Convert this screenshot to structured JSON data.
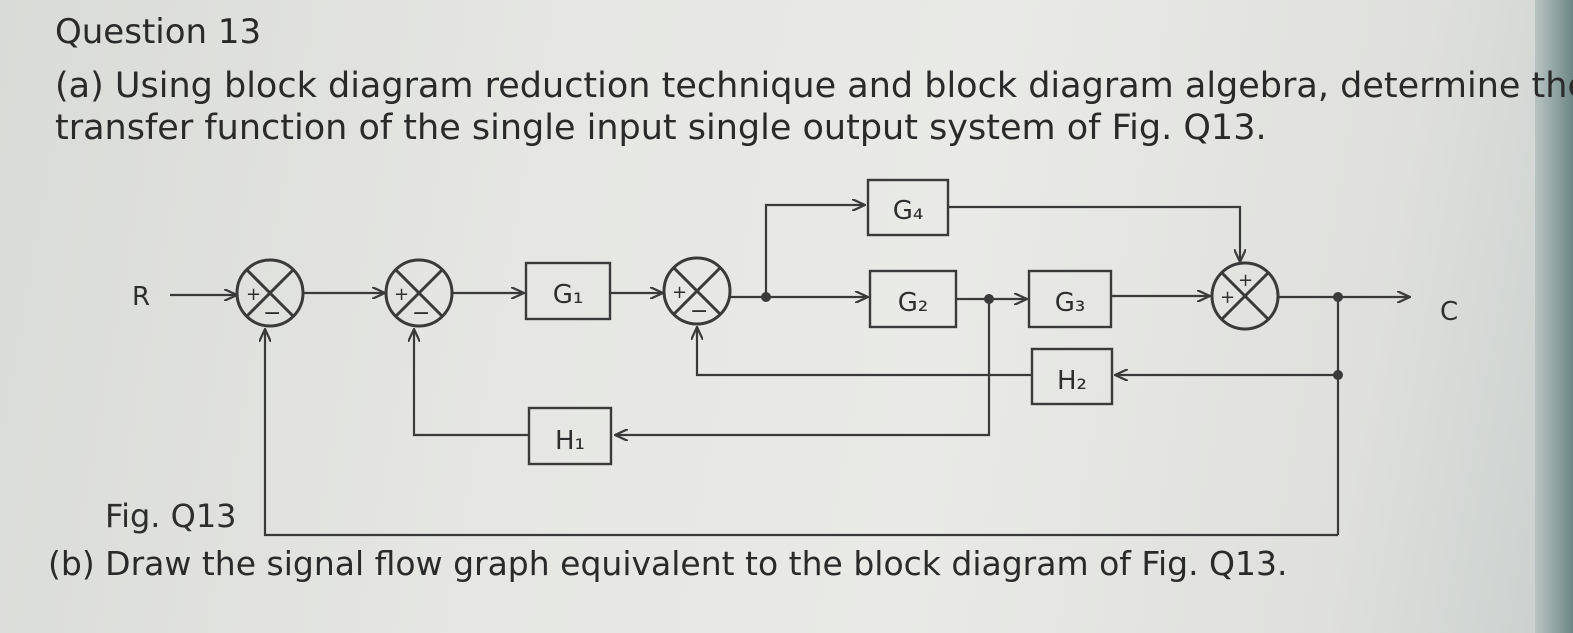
{
  "question": {
    "title": "Question 13",
    "part_a_line1": "(a) Using block diagram reduction technique and block diagram algebra, determine the",
    "part_a_line2": "transfer function of the single input single output system of Fig. Q13.",
    "part_b": "(b) Draw the signal flow graph equivalent to the block diagram of Fig. Q13."
  },
  "figure": {
    "caption": "Fig. Q13",
    "input_label": "R",
    "output_label": "C",
    "blocks": {
      "g1": "G₁",
      "g2": "G₂",
      "g3": "G₃",
      "g4": "G₄",
      "h1": "H₁",
      "h2": "H₂"
    },
    "summing_junction_signs": {
      "sum1": [
        "+",
        "−"
      ],
      "sum2": [
        "+",
        "−"
      ],
      "sum3": [
        "+",
        "−"
      ],
      "sum4": [
        "+",
        "+"
      ]
    }
  }
}
